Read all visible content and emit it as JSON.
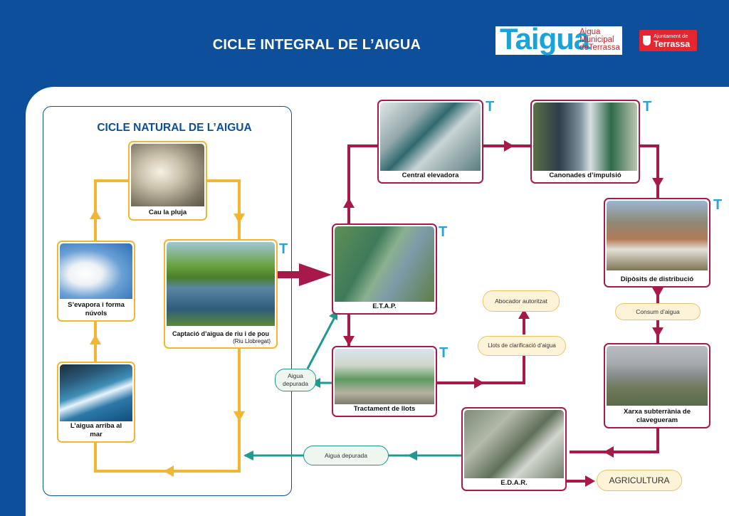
{
  "header": {
    "title": "CICLE INTEGRAL DE L’AIGUA"
  },
  "logos": {
    "taigua_word": "Taigua",
    "taigua_sub": "Aigua Municipal deTerrassa",
    "terrassa_top": "Ajuntament de",
    "terrassa_name": "Terrassa"
  },
  "natural_cycle": {
    "title": "CICLE NATURAL DE L’AIGUA",
    "steps": {
      "rain": "Cau la pluja",
      "evap": "S’evapora i forma núvols",
      "sea": "L’aigua arriba al mar",
      "capture": "Captació d’aigua de riu i de pou",
      "capture_note": "(Riu Llobregat)"
    }
  },
  "integral_cycle": {
    "etap": "E.T.A.P.",
    "central": "Central elevadora",
    "canonades": "Canonades d’impulsió",
    "diposits": "Dipòsits de distribució",
    "consum": "Consum d’aigua",
    "xarxa": "Xarxa subterrània de clavegueram",
    "edar": "E.D.A.R.",
    "agricultura": "AGRICULTURA",
    "aigua_depurada_bottom": "Aigua depurada",
    "tractament": "Tractament de llots",
    "aigua_depurada_small": "Aigua depurada",
    "llots": "Llots de clarificació d’aigua",
    "abocador": "Abocador autoritzat"
  },
  "colors": {
    "navy": "#0d4f9a",
    "natural_flow": "#f2b632",
    "integral_flow": "#a7194b",
    "treated_flow": "#1f9a92"
  }
}
